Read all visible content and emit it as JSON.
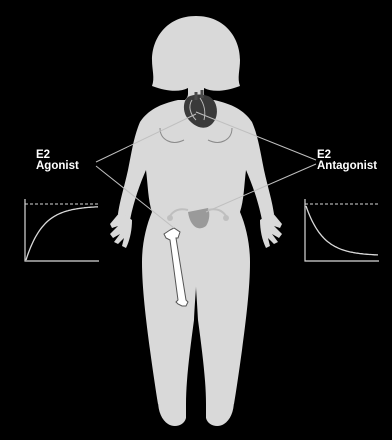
{
  "labels": {
    "agonist_line1": "E2",
    "agonist_line2": "Agonist",
    "antagonist_line1": "E2",
    "antagonist_line2": "Antagonist"
  },
  "colors": {
    "background": "#000000",
    "silhouette": "#d9d9d9",
    "line": "#bfbfbf",
    "text": "#ffffff"
  },
  "chart_data": [
    {
      "type": "line",
      "series": [
        {
          "curve": "saturating-increase"
        }
      ],
      "reference_line": "dashed-max",
      "grid": false
    },
    {
      "type": "line",
      "series": [
        {
          "curve": "exponential-decay"
        }
      ],
      "reference_line": "dashed-max",
      "grid": false
    }
  ]
}
